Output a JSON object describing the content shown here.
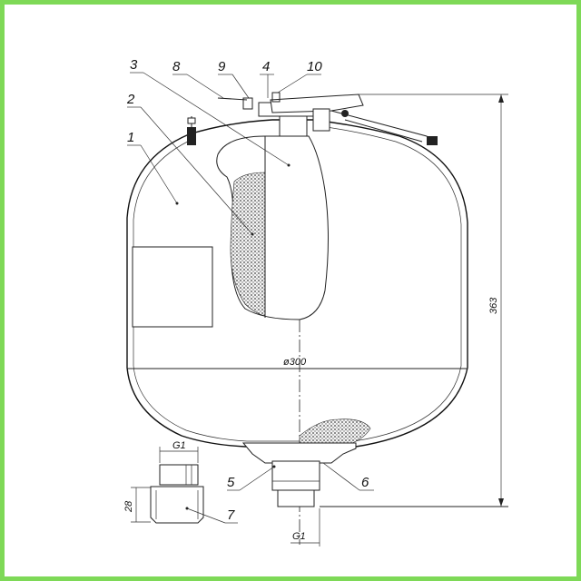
{
  "diagram": {
    "callouts": [
      "1",
      "2",
      "3",
      "4",
      "5",
      "6",
      "7",
      "8",
      "9",
      "10"
    ],
    "dimensions": {
      "diameter": "ø300",
      "height": "363",
      "thread_top": "G1",
      "thread_bottom": "G1",
      "fitting_height": "28"
    },
    "colors": {
      "frame": "#7ed957",
      "background": "#ffffff",
      "lines": "#222222"
    }
  }
}
